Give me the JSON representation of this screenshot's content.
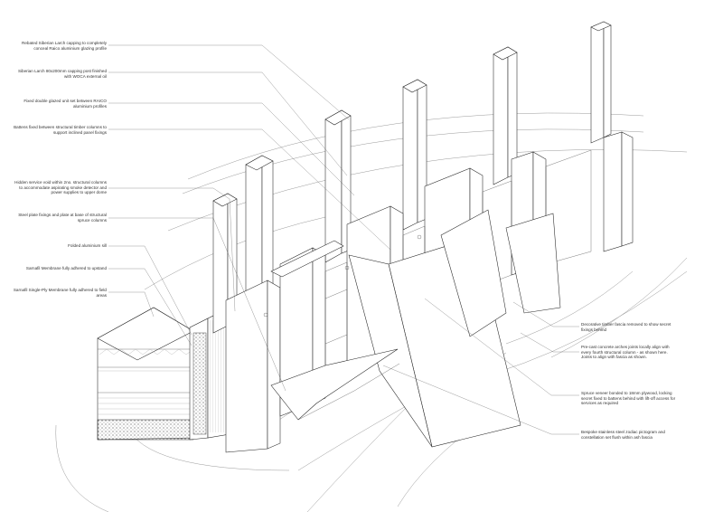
{
  "diagram": {
    "stroke_color": "#222222",
    "leader_color": "#555555",
    "background": "#ffffff",
    "annotations_left": [
      {
        "id": "capping",
        "text": "Rebated Siberian Larch capping to completely conceal Raico aluminium glazing profile"
      },
      {
        "id": "post",
        "text": "Siberian Larch 80x200mm capping post finished with WOCA external oil"
      },
      {
        "id": "glazing",
        "text": "Fixed double glazed unit set between RAICO aluminium profiles"
      },
      {
        "id": "battens",
        "text": "Battens fixed between structural timber columns to support inclined panel fixings"
      },
      {
        "id": "void",
        "text": "Hidden service void within 2no. structural columns to accommodate aspirating smoke detector and power supplies to upper dome"
      },
      {
        "id": "steel",
        "text": "Steel plate fixings and plate at base of structural spruce columns"
      },
      {
        "id": "sill",
        "text": "Folded aluminium sill"
      },
      {
        "id": "membrane",
        "text": "Sarnafil Membrane fully adhered to upstand"
      },
      {
        "id": "singleply",
        "text": "Sarnafil Single-Ply Membrane fully adhered to field areas"
      }
    ],
    "annotations_right": [
      {
        "id": "fascia",
        "text": "Decorative timber fascia removed to show secret fixings behind"
      },
      {
        "id": "arches",
        "text": "Pre-cast concrete arches joints locally align with every fourth structural column - as shown here. Joints to align with fascia as shown."
      },
      {
        "id": "veneer",
        "text": "Spruce veneer bonded to 18mm plywood, locking secret fixed to battens behind with lift-off access for services as required"
      },
      {
        "id": "zodiac",
        "text": "Bespoke stainless steel zodiac pictogram and constellation set flush within ash fascia"
      }
    ]
  }
}
